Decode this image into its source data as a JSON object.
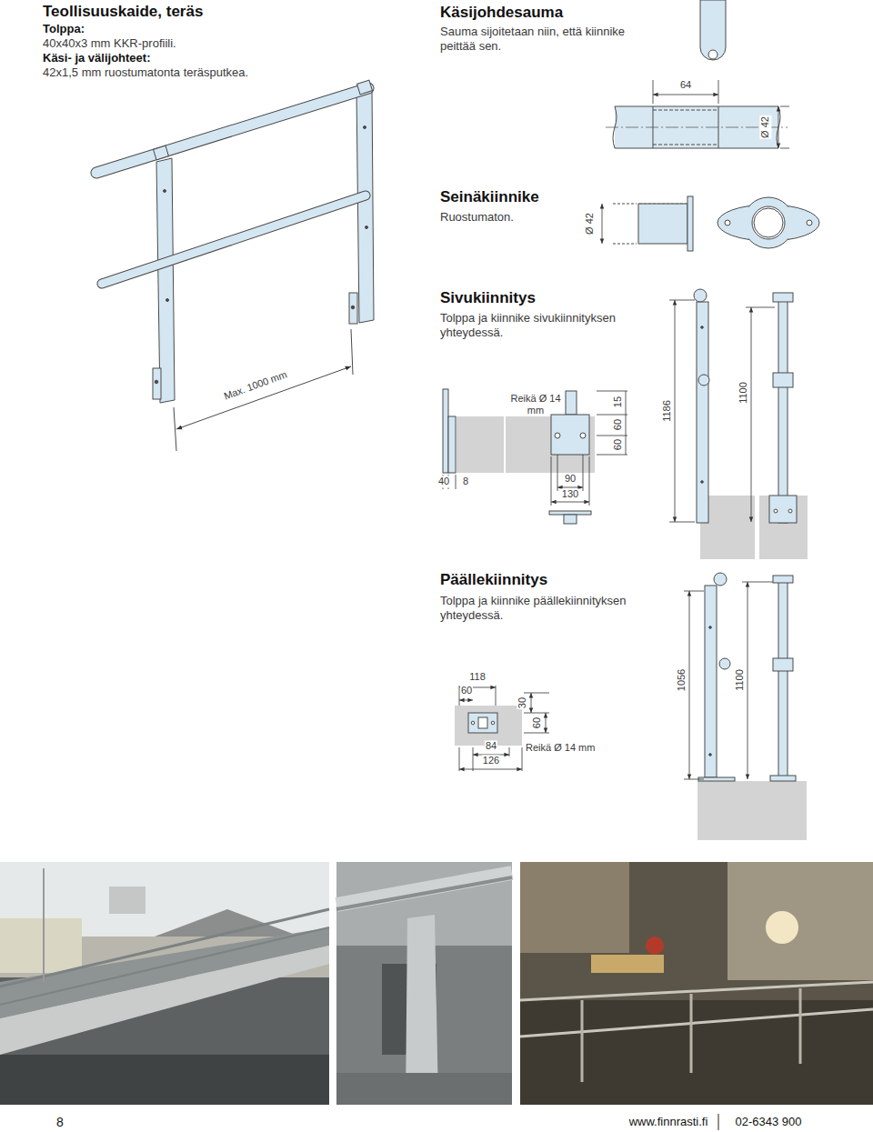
{
  "diagram": {
    "title": "Teollisuuskaide, teräs",
    "labels": [
      "Tolppa:",
      "40x40x3 mm KKR-profiili.",
      "Käsi- ja välijohteet:",
      "42x1,5 mm ruostumatonta teräsputkea.",
      "Käsijohdesauma",
      "Sauma sijoitetaan niin, että kiinnike peittää sen.",
      "64",
      "Ø 42",
      "Seinäkiinnike",
      "Ruostumaton.",
      "Ø 42",
      "Sivukiinnitys",
      "Tolppa ja kiinnike sivukiinnityksen yhteydessä.",
      "Max. 1000 mm",
      "Reikä Ø 14 mm",
      "15",
      "60",
      "60",
      "40",
      "8",
      "90",
      "130",
      "1186",
      "1100",
      "Päällekiinnitys",
      "Tolppa ja kiinnike päällekiinnityksen yhteydessä.",
      "118",
      "60",
      "30",
      "60",
      "84",
      "126",
      "Reikä Ø 14 mm",
      "1056",
      "1100",
      "8",
      "www.finnrasti.fi",
      "02-6343 900"
    ]
  }
}
